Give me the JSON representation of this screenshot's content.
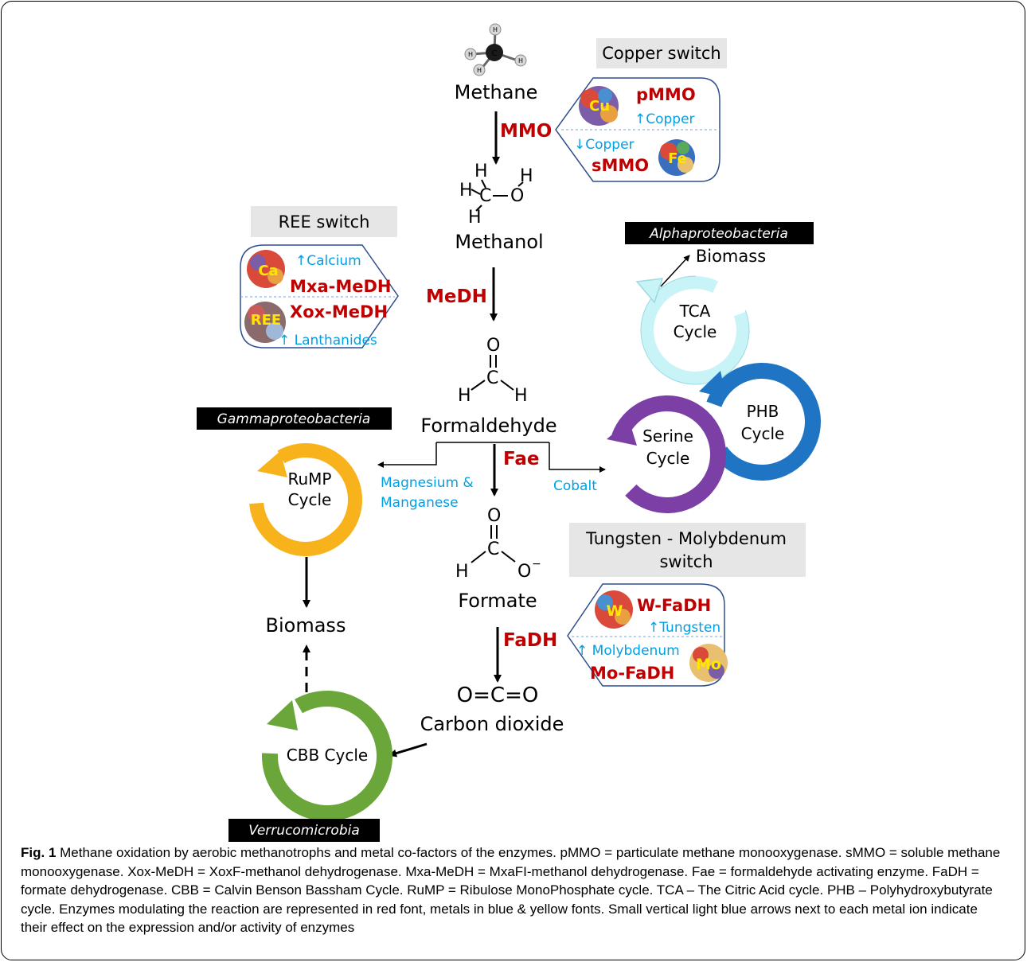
{
  "molecules": {
    "methane": "Methane",
    "methanol": "Methanol",
    "formaldehyde": "Formaldehyde",
    "formate": "Formate",
    "carbon_dioxide": "Carbon dioxide",
    "co2_formula": "O=C=O"
  },
  "enzymes": {
    "mmo": "MMO",
    "medh": "MeDH",
    "fae": "Fae",
    "fadh": "FaDH",
    "pmmo": "pMMO",
    "smmo": "sMMO",
    "mxa": "Mxa-MeDH",
    "xox": "Xox-MeDH",
    "wfadh": "W-FaDH",
    "mofadh": "Mo-FaDH"
  },
  "metals": {
    "copper_up": "↑Copper",
    "copper_down": "↓Copper",
    "calcium_up": "↑Calcium",
    "lanthanides_up": "↑ Lanthanides",
    "tungsten_up": "↑Tungsten",
    "molybdenum_up": "↑ Molybdenum",
    "mg_mn_line1": "Magnesium &",
    "mg_mn_line2": "Manganese",
    "cobalt": "Cobalt"
  },
  "metal_symbols": {
    "cu": "Cu",
    "fe": "Fe",
    "ca": "Ca",
    "ree": "REE",
    "w": "W",
    "mo": "Mo"
  },
  "switches": {
    "copper": "Copper switch",
    "ree": "REE switch",
    "tungsten_molybdenum_line1": "Tungsten - Molybdenum",
    "tungsten_molybdenum_line2": "switch"
  },
  "taxa": {
    "alpha": "Alphaproteobacteria",
    "gamma": "Gammaproteobacteria",
    "verruco": "Verrucomicrobia"
  },
  "cycles": {
    "tca_1": "TCA",
    "tca_2": "Cycle",
    "phb_1": "PHB",
    "phb_2": "Cycle",
    "serine_1": "Serine",
    "serine_2": "Cycle",
    "rump_1": "RuMP",
    "rump_2": "Cycle",
    "cbb": "CBB Cycle"
  },
  "biomass": {
    "alpha": "Biomass",
    "gamma": "Biomass"
  },
  "colors": {
    "enzyme_red": "#c00000",
    "metal_blue": "#00a0e6",
    "metal_yellow": "#ffe600",
    "tca": "#c8f3f7",
    "phb": "#1f74c4",
    "serine": "#7b3fa6",
    "rump": "#f8b21c",
    "cbb": "#6aa63a",
    "switch_box": "#e6e6e6"
  },
  "caption": {
    "label": "Fig. 1",
    "text": " Methane oxidation by aerobic methanotrophs and metal co-factors of the enzymes. pMMO = particulate methane monooxygenase. sMMO = soluble methane monooxygenase. Xox-MeDH = XoxF-methanol dehydrogenase. Mxa-MeDH = MxaFI-methanol dehydrogenase. Fae = formaldehyde activating enzyme. FaDH = formate dehydrogenase. CBB = Calvin Benson Bassham Cycle. RuMP = Ribulose MonoPhosphate cycle. TCA – The Citric Acid cycle. PHB – Polyhydroxybutyrate cycle. Enzymes modulating the reaction are represented in red font, metals in blue & yellow fonts. Small vertical light blue arrows next to each metal ion indicate their effect on the expression and/or activity of enzymes"
  }
}
